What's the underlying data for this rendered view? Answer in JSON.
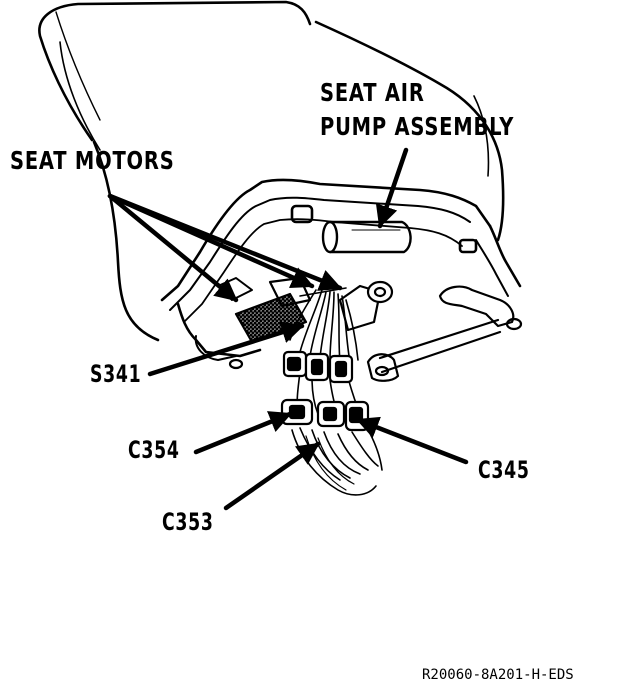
{
  "labels": {
    "seat_air_line1": "SEAT AIR",
    "seat_air_line2": "PUMP ASSEMBLY",
    "seat_motors": "SEAT MOTORS",
    "s341": "S341",
    "c354": "C354",
    "c353": "C353",
    "c345": "C345"
  },
  "figure_code": "R20060-8A201-H-EDS",
  "colors": {
    "ink": "#000000",
    "paper": "#ffffff",
    "shade": "#9a9a9a"
  }
}
